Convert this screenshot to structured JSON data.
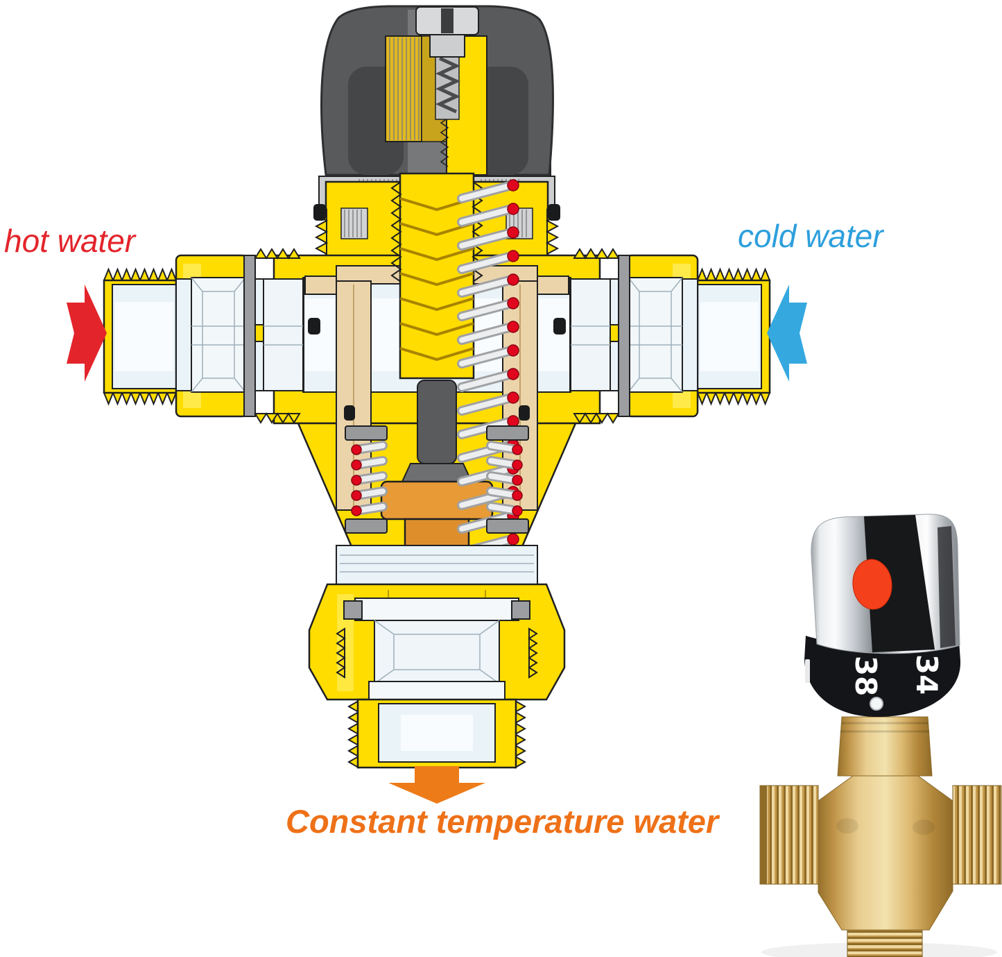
{
  "title": "Thermostatic mixing valve cutaway diagram with product photo",
  "diagram": {
    "hot_label": "hot water",
    "cold_label": "cold water",
    "outlet_label": "Constant temperature water",
    "hot_color": "#E3242B",
    "cold_color": "#2D9FDC",
    "outlet_color": "#EE7118",
    "arrows": [
      {
        "name": "hot-inlet-arrow",
        "direction": "right",
        "color": "#E3242B"
      },
      {
        "name": "cold-inlet-arrow",
        "direction": "left",
        "color": "#35A8E0"
      },
      {
        "name": "outlet-arrow",
        "direction": "down",
        "color": "#ED7B18"
      }
    ],
    "part_colors": {
      "brass_body_yellow": "#FFDD00",
      "knob_gray": "#595A5C",
      "bore_light": "#EAF3F8",
      "cartridge_tan": "#EBD4AA",
      "piston_orange": "#E79A35",
      "spring_dot_red": "#E0061E"
    }
  },
  "inset": {
    "dial_numbers": [
      "38",
      "34"
    ],
    "dial_text_color": "#FFFFFF",
    "band_color": "#141518",
    "handle_finish": "chrome",
    "body_finish": "brass",
    "red_button_color": "#F5401C",
    "indicator_dot_color": "#F4F6F8"
  }
}
